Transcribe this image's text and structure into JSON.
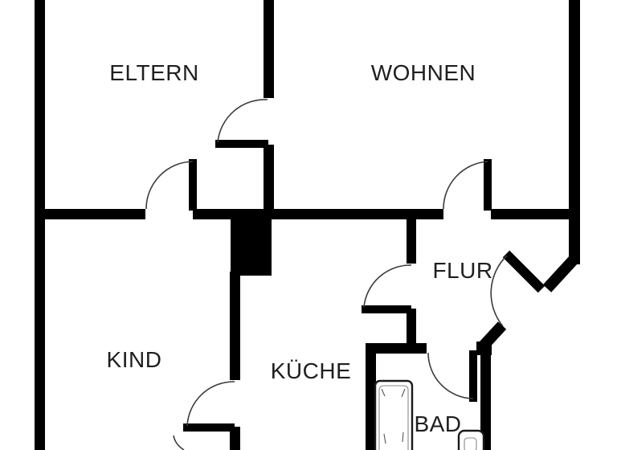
{
  "plan": {
    "type": "apartment-floor-plan",
    "background_color": "#ffffff",
    "wall_color": "#000000",
    "label_color": "#1f1f1f",
    "rooms": [
      {
        "id": "eltern",
        "label": "ELTERN"
      },
      {
        "id": "wohnen",
        "label": "WOHNEN"
      },
      {
        "id": "kind",
        "label": "KIND"
      },
      {
        "id": "kueche",
        "label": "KÜCHE"
      },
      {
        "id": "flur",
        "label": "FLUR"
      },
      {
        "id": "bad",
        "label": "BAD"
      }
    ],
    "doors": [
      {
        "id": "door-eltern-hall",
        "symbol": "swing-door"
      },
      {
        "id": "door-wohnen-hall",
        "symbol": "swing-door"
      },
      {
        "id": "door-eltern-wohnen",
        "symbol": "swing-door"
      },
      {
        "id": "door-flur-kueche",
        "symbol": "swing-door"
      },
      {
        "id": "door-kind-kueche",
        "symbol": "swing-door"
      },
      {
        "id": "door-bad",
        "symbol": "swing-door"
      },
      {
        "id": "door-entrance",
        "symbol": "swing-door-diagonal"
      }
    ],
    "fixtures": [
      {
        "id": "bathtub",
        "name": "bathtub"
      },
      {
        "id": "washbasin",
        "name": "washbasin"
      }
    ]
  }
}
